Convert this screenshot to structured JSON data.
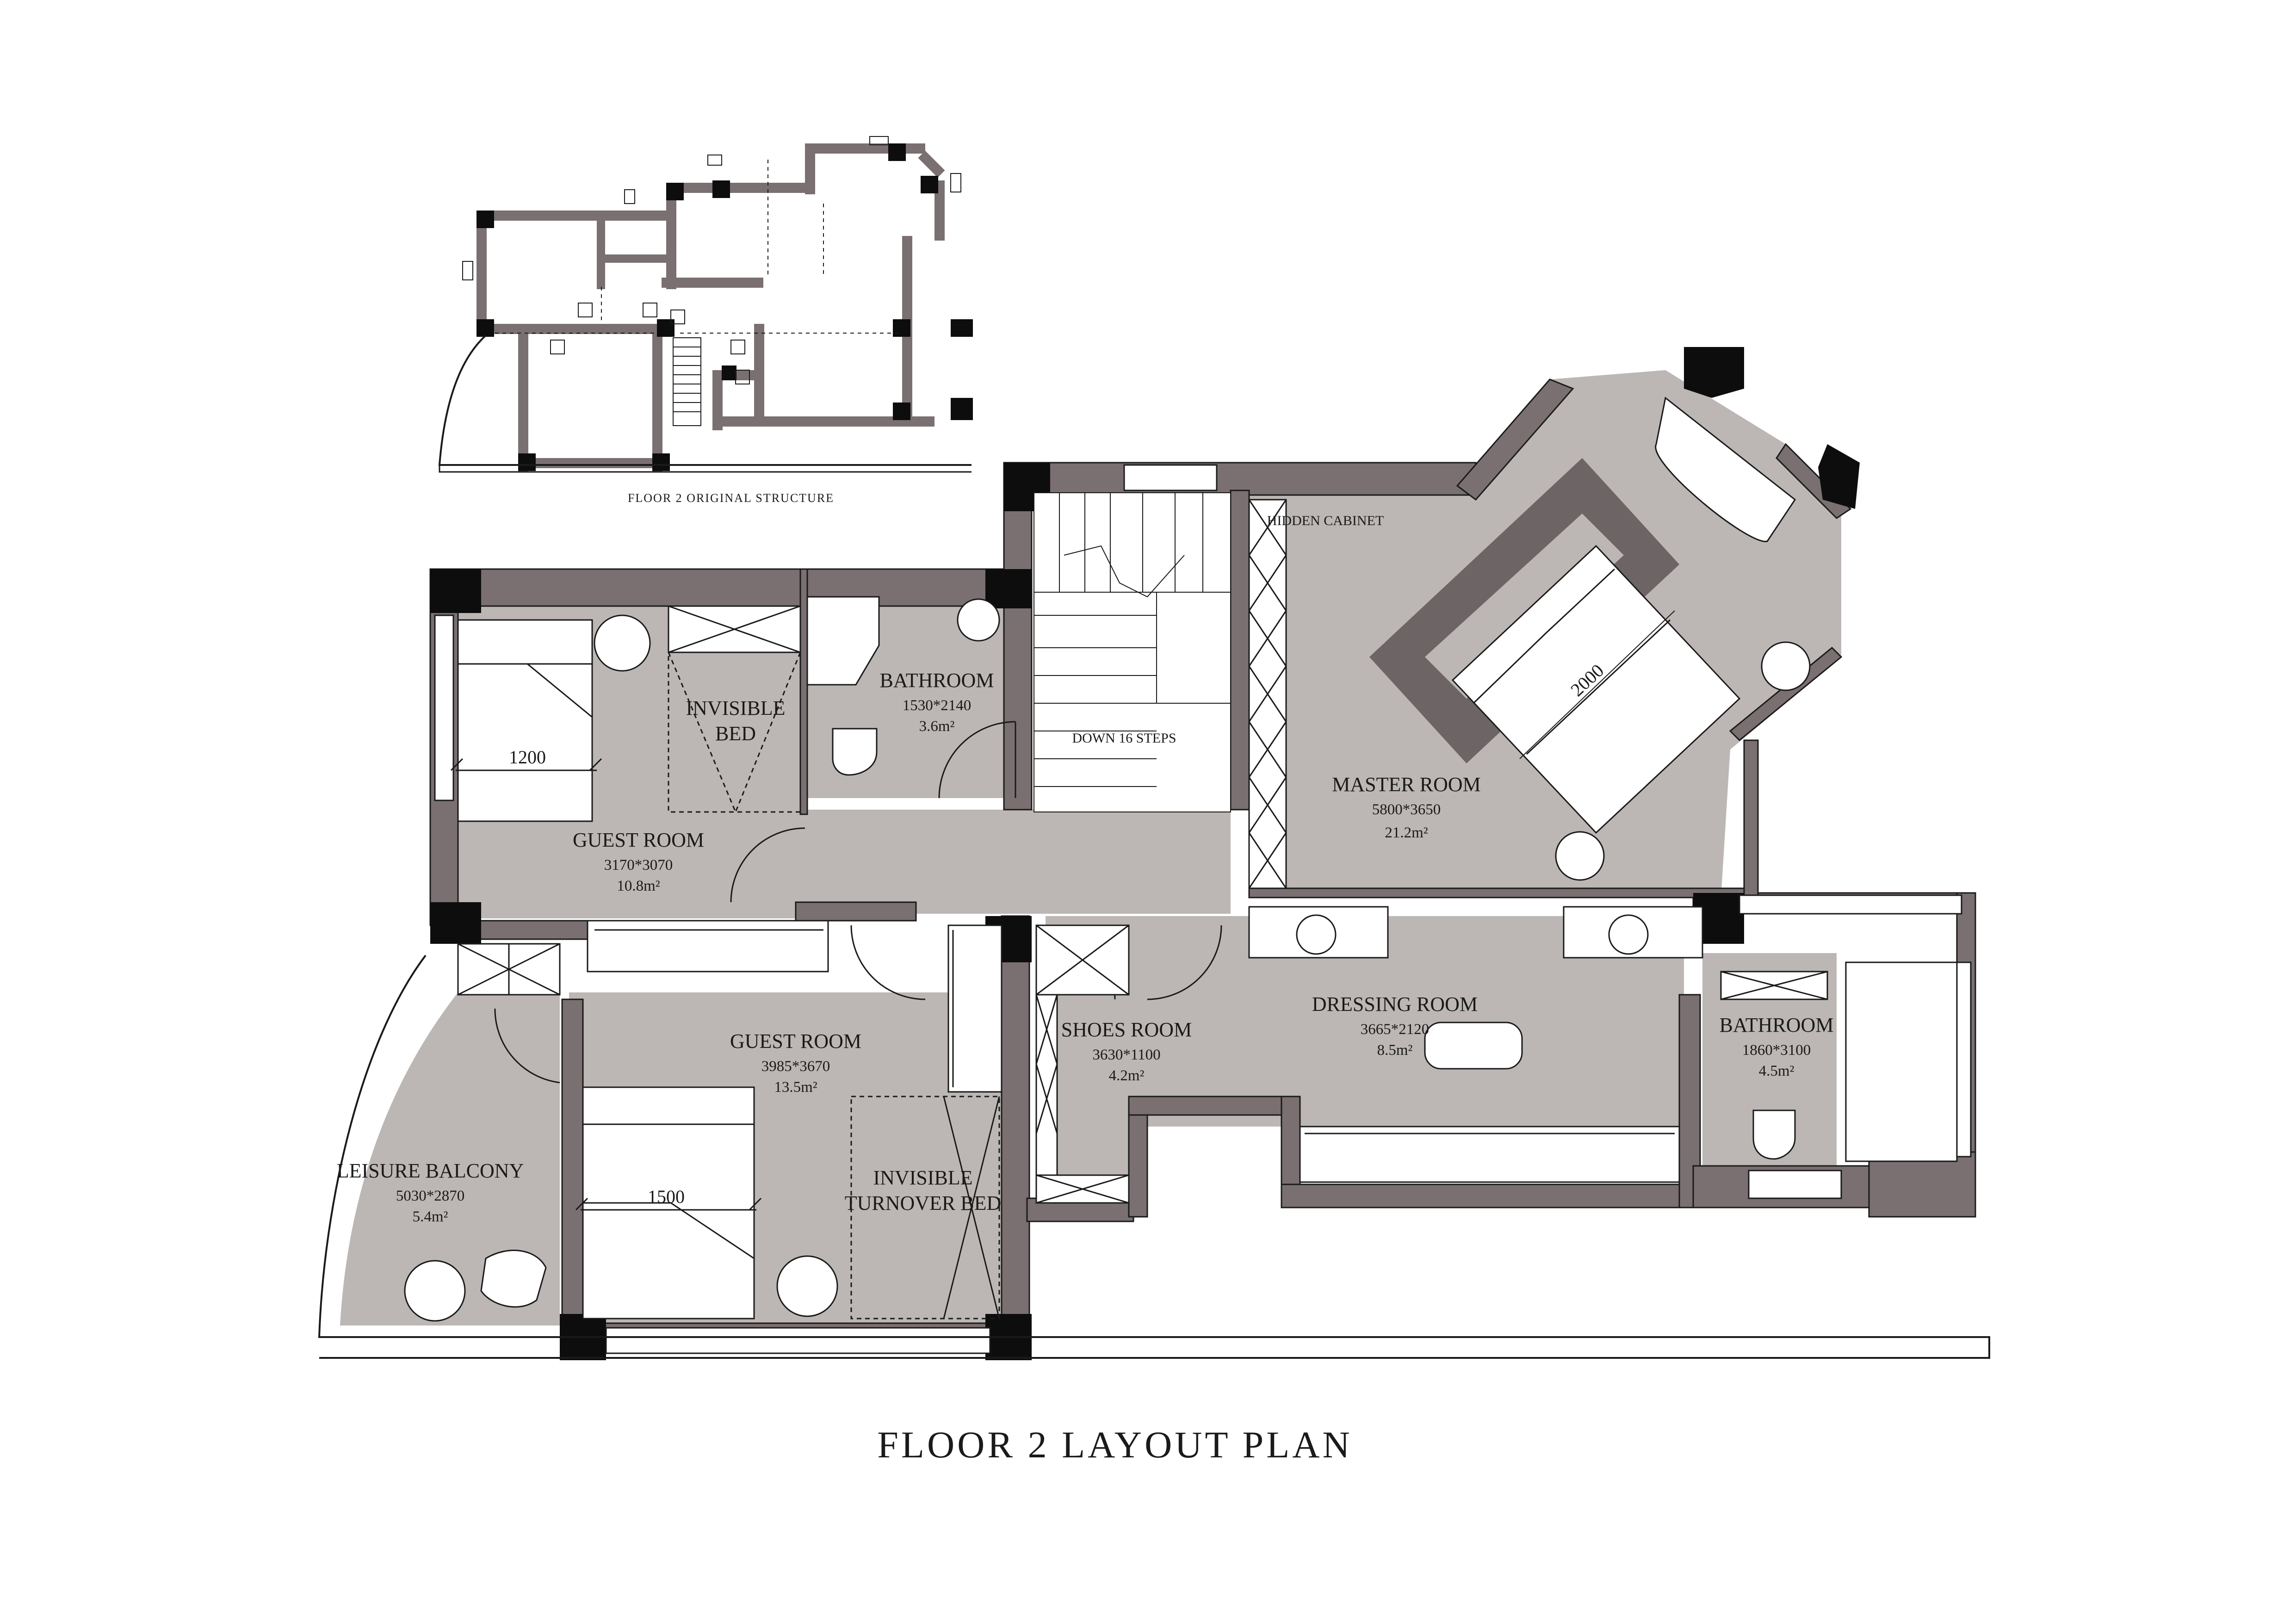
{
  "title": "FLOOR 2 LAYOUT PLAN",
  "inset_title": "FLOOR 2 ORIGINAL STRUCTURE",
  "rooms": {
    "guest_room_1": {
      "name": "GUEST ROOM",
      "dims": "3170*3070",
      "area": "10.8m²"
    },
    "bathroom_1": {
      "name": "BATHROOM",
      "dims": "1530*2140",
      "area": "3.6m²"
    },
    "invisible_bed": {
      "line1": "INVISIBLE",
      "line2": "BED"
    },
    "stairs": {
      "label": "DOWN 16 STEPS"
    },
    "hidden_cabinet": {
      "label": "HIDDEN CABINET"
    },
    "master_room": {
      "name": "MASTER ROOM",
      "dims": "5800*3650",
      "area": "21.2m²"
    },
    "guest_room_2": {
      "name": "GUEST ROOM",
      "dims": "3985*3670",
      "area": "13.5m²"
    },
    "shoes_room": {
      "name": "SHOES ROOM",
      "dims": "3630*1100",
      "area": "4.2m²"
    },
    "dressing_room": {
      "name": "DRESSING ROOM",
      "dims": "3665*2120",
      "area": "8.5m²"
    },
    "bathroom_2": {
      "name": "BATHROOM",
      "dims": "1860*3100",
      "area": "4.5m²"
    },
    "leisure_balcony": {
      "name": "LEISURE BALCONY",
      "dims": "5030*2870",
      "area": "5.4m²"
    },
    "invisible_turnover_bed": {
      "line1": "INVISIBLE",
      "line2": "TURNOVER BED"
    }
  },
  "bed_widths": {
    "guest_bed_1": "1200",
    "guest_bed_2": "1500",
    "master_bed": "2000"
  },
  "colors": {
    "floor": "#bcb7b4",
    "wall": "#7a7071",
    "column": "#0d0d0d",
    "dark_inlay": "#6c6465",
    "line": "#1a1a1a"
  }
}
